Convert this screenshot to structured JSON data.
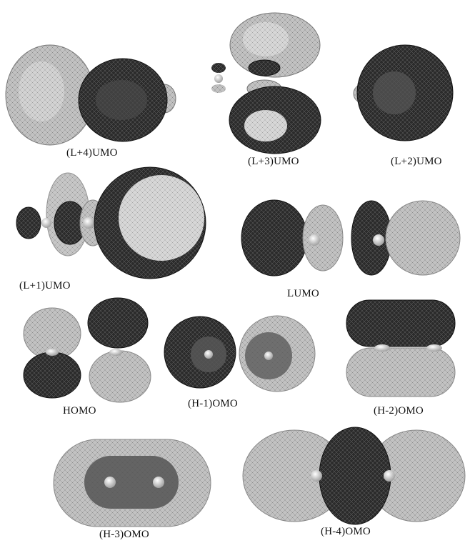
{
  "figure": {
    "colors": {
      "dark_lobe": "#2a2a2a",
      "light_lobe": "#b4b4b4",
      "atom": "#e8e8e8",
      "background": "#ffffff"
    },
    "orbitals": [
      {
        "label": "(L+4)UMO"
      },
      {
        "label": "(L+3)UMO"
      },
      {
        "label": "(L+2)UMO"
      },
      {
        "label": "(L+1)UMO"
      },
      {
        "label": "LUMO"
      },
      {
        "label": "HOMO"
      },
      {
        "label": "(H-1)OMO"
      },
      {
        "label": "(H-2)OMO"
      },
      {
        "label": "(H-3)OMO"
      },
      {
        "label": "(H-4)OMO"
      }
    ]
  }
}
